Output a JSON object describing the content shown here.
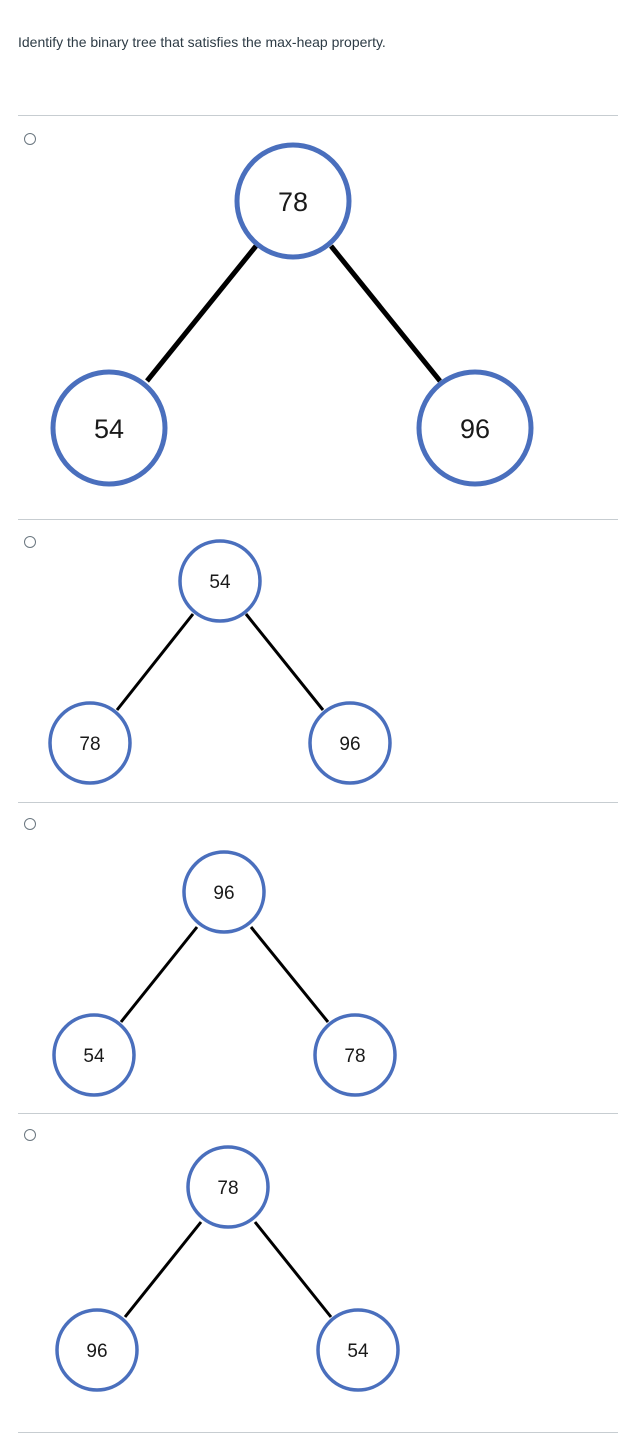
{
  "question": {
    "text": "Identify the binary tree that satisfies the max-heap property."
  },
  "colors": {
    "node_border": "#4a6fbd",
    "edge": "#000000",
    "divider": "#c7cdd1"
  },
  "icons": {
    "radio": "radio-button-icon"
  },
  "options": [
    {
      "root": "78",
      "left": "54",
      "right": "96"
    },
    {
      "root": "54",
      "left": "78",
      "right": "96"
    },
    {
      "root": "96",
      "left": "54",
      "right": "78"
    },
    {
      "root": "78",
      "left": "96",
      "right": "54"
    }
  ]
}
